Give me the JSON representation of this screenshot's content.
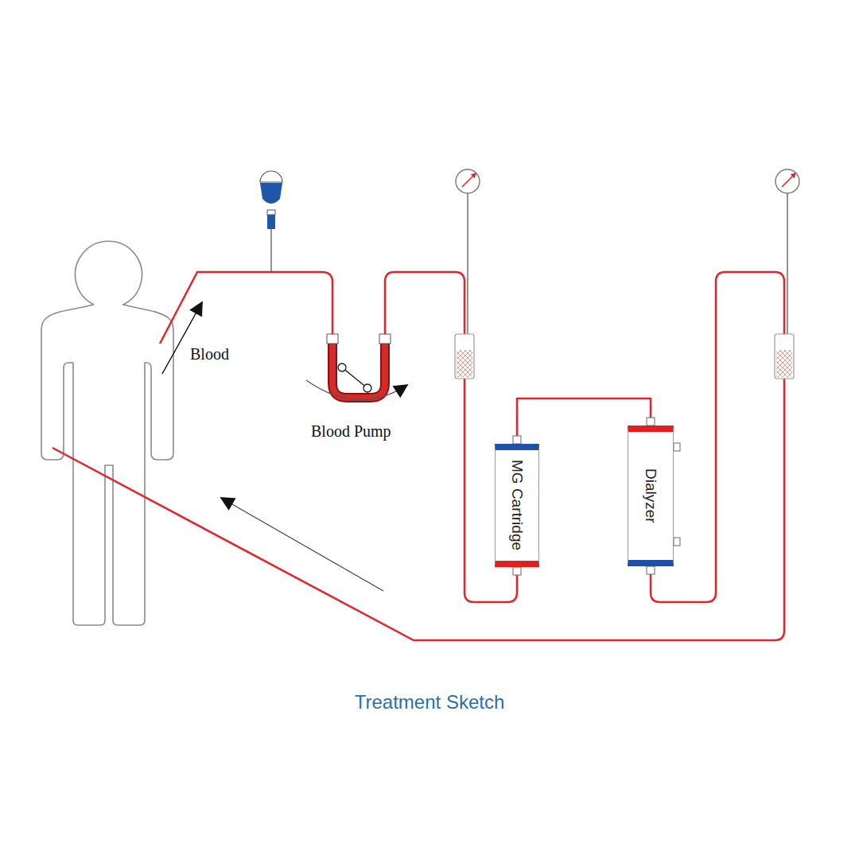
{
  "diagram": {
    "caption": "Treatment Sketch",
    "nodes": [
      {
        "text": [
          "MG Cartridge"
        ]
      },
      {
        "text": [
          "Dialyzer"
        ]
      }
    ],
    "edges": [
      {
        "from": 0,
        "to": 1,
        "arrow": "none"
      }
    ],
    "labels": [
      "Blood",
      "Blood Pump"
    ]
  }
}
